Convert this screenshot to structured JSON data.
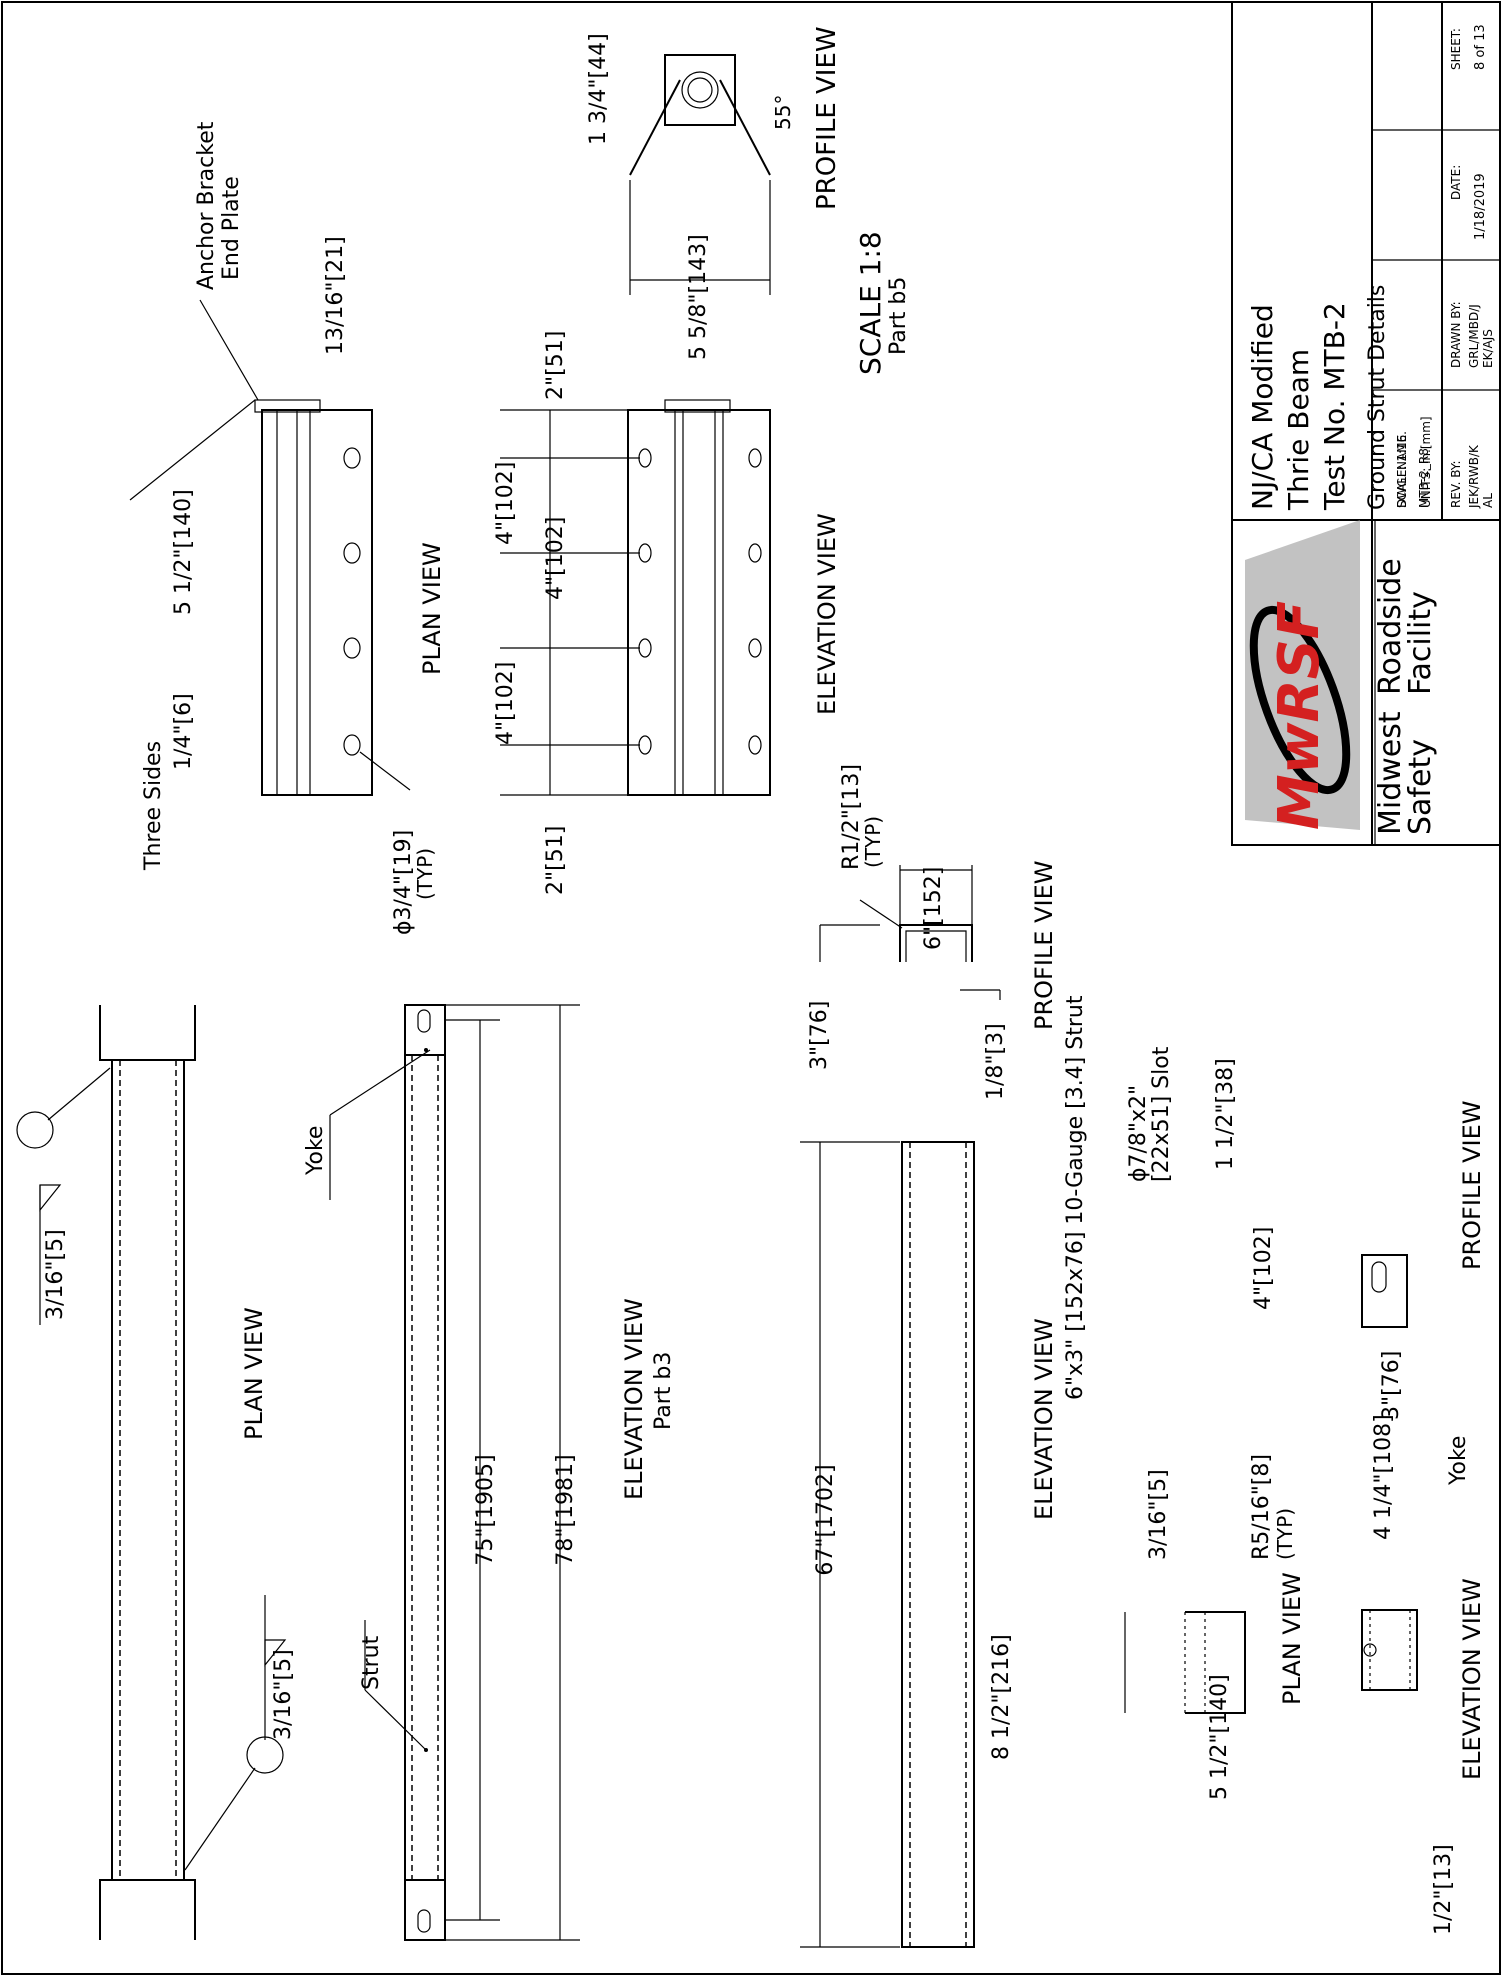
{
  "colors": {
    "ink": "#000000",
    "paper": "#ffffff",
    "logo_red": "#d42020",
    "logo_grey": "#9a9a9a"
  },
  "parts": {
    "yoke_strut": {
      "weld_top": "3/16\"[5]",
      "weld_bottom": "3/16\"[5]",
      "plan_view": "PLAN VIEW",
      "yoke_label": "Yoke",
      "strut_label": "Strut",
      "dim_75": "75\"[1905]",
      "dim_78": "78\"[1981]",
      "elevation_view": "ELEVATION VIEW",
      "part_label": "Part b3"
    },
    "strut": {
      "dim_67": "67\"[1702]",
      "elevation_view": "ELEVATION VIEW",
      "caption_dims": "6\"x3\" [152x76] 10-Gauge [3.4] Strut",
      "dim_3": "3\"[76]",
      "radius": "R1/2\"[13]",
      "radius_typ": "(TYP)",
      "dim_6": "6\"[152]",
      "dim_thk": "1/8\"[3]",
      "profile_view": "PROFILE VIEW"
    },
    "yoke": {
      "dim_8_5": "8 1/2\"[216]",
      "dim_5_5": "5 1/2\"[140]",
      "dim_3_16": "3/16\"[5]",
      "radius": "R5/16\"[8]",
      "radius_typ": "(TYP)",
      "plan_view": "PLAN VIEW",
      "dim_4_25": "4 1/4\"[108]",
      "dim_half": "1/2\"[13]",
      "elevation_view": "ELEVATION VIEW",
      "yoke_caption": "Yoke",
      "dim_3": "3\"[76]",
      "dim_4": "4\"[102]",
      "slot_1": "ϕ7/8\"x2\"",
      "slot_2": "[22x51] Slot",
      "dim_1_5": "1 1/2\"[38]",
      "profile_view": "PROFILE VIEW"
    },
    "anchor": {
      "three_sides": "Three Sides",
      "weld_size": "1/4\"[6]",
      "weld_len": "5 1/2\"[140]",
      "anchor_label_1": "Anchor Bracket",
      "anchor_label_2": "End Plate",
      "dim_13_16": "13/16\"[21]",
      "hole_dim": "ϕ3/4\"[19]",
      "hole_typ": "(TYP)",
      "plan_view": "PLAN VIEW",
      "dim_2a": "2\"[51]",
      "dim_4a": "4\"[102]",
      "dim_4b": "4\"[102]",
      "dim_4c": "4\"[102]",
      "dim_2b": "2\"[51]",
      "elevation_view": "ELEVATION VIEW",
      "dim_1_75": "1 3/4\"[44]",
      "angle": "55°",
      "dim_5_625": "5 5/8\"[143]",
      "profile_view": "PROFILE VIEW",
      "scale": "SCALE 1:8",
      "part_label": "Part b5"
    }
  },
  "title_block": {
    "sheet_label": "SHEET:",
    "sheet_value": "8 of 13",
    "date_label": "DATE:",
    "date_value": "1/18/2019",
    "drawn_label": "DRAWN BY:",
    "drawn_value_1": "GRL/MBD/J",
    "drawn_value_2": "EK/AJS",
    "scale": "SCALE: 1:16",
    "units": "UNITS: in.[mm]",
    "rev_label": "REV. BY:",
    "rev_value_1": "JEK/RWB/K",
    "rev_value_2": "AL",
    "title_1": "NJ/CA Modified",
    "title_2": "Thrie Beam",
    "title_3": "Test No. MTB-2",
    "subtitle": "Ground Strut Details",
    "dwg_label": "DWG. NAME.",
    "dwg_value": "MTB-2_R8",
    "logo_text": "MwRSF",
    "org_1": "Midwest",
    "org_2": "Safety",
    "org_3": "Roadside",
    "org_4": "Facility"
  }
}
